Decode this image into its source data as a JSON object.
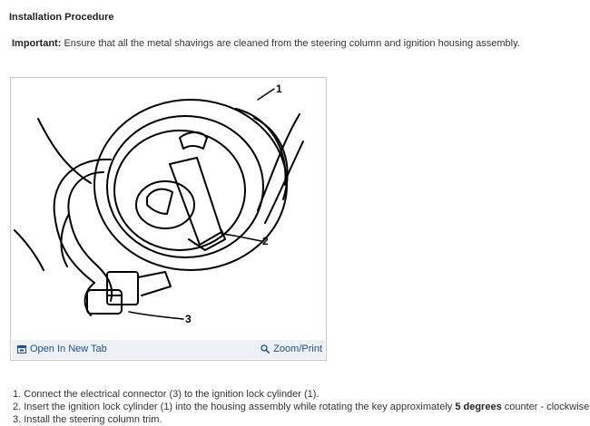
{
  "heading": "Installation Procedure",
  "important": {
    "label": "Important:",
    "text": " Ensure that all the metal shavings are cleaned from the steering column and ignition housing assembly."
  },
  "figure": {
    "callouts": [
      "1",
      "2",
      "3"
    ],
    "open_tab_label": "Open In New Tab",
    "zoom_label": "Zoom/Print",
    "open_tab_icon": "new-tab-icon",
    "zoom_icon": "magnifier-icon",
    "link_color": "#1f4f8c",
    "toolbar_color": "#edf0f4"
  },
  "steps": [
    {
      "num": "1.",
      "text": " Connect the electrical connector (3) to the ignition lock cylinder (1)."
    },
    {
      "num": "2.",
      "pre": " Insert the ignition lock cylinder (1) into the housing assembly while rotating the key approximately ",
      "bold": "5 degrees",
      "post": " counter - clockwise."
    },
    {
      "num": "3.",
      "text": " Install the steering column trim."
    }
  ]
}
